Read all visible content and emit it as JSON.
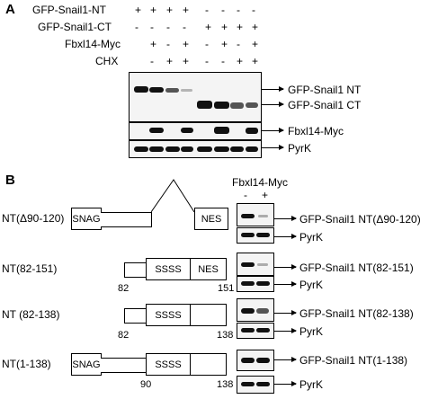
{
  "panelA": {
    "label": "A",
    "rows": [
      {
        "name": "GFP-Snail1-NT",
        "signs": [
          "+",
          "+",
          "+",
          "+",
          "-",
          "-",
          "-",
          "-"
        ]
      },
      {
        "name": "GFP-Snail1-CT",
        "signs": [
          "-",
          "-",
          "-",
          "-",
          "+",
          "+",
          "+",
          "+"
        ]
      },
      {
        "name": "Fbxl14-Myc",
        "signs": [
          "-",
          "+",
          "-",
          "+",
          "-",
          "+",
          "-",
          "+"
        ]
      },
      {
        "name": "CHX",
        "signs": [
          "-",
          "-",
          "+",
          "+",
          "-",
          "-",
          "+",
          "+"
        ]
      }
    ],
    "blot_labels": [
      "GFP-Snail1 NT",
      "GFP-Snail1 CT",
      "Fbxl14-Myc",
      "PyrK"
    ]
  },
  "panelB": {
    "label": "B",
    "header": "Fbxl14-Myc",
    "header_signs": [
      "-",
      "+"
    ],
    "constructs": [
      {
        "name": "NT(Δ90-120)",
        "domains": [
          "SNAG",
          "NES"
        ],
        "blot": "GFP-Snail1 NT(Δ90-120)",
        "loading": "PyrK"
      },
      {
        "name": "NT(82-151)",
        "domains": [
          "SSSS",
          "NES"
        ],
        "start": "82",
        "end": "151",
        "blot": "GFP-Snail1 NT(82-151)",
        "loading": "PyrK"
      },
      {
        "name": "NT (82-138)",
        "domains": [
          "SSSS"
        ],
        "start": "82",
        "end": "138",
        "blot": "GFP-Snail1 NT(82-138)",
        "loading": "PyrK"
      },
      {
        "name": "NT(1-138)",
        "domains": [
          "SNAG",
          "SSSS"
        ],
        "mid": "90",
        "end": "138",
        "blot": "GFP-Snail1 NT(1-138)",
        "loading": "PyrK"
      }
    ]
  }
}
